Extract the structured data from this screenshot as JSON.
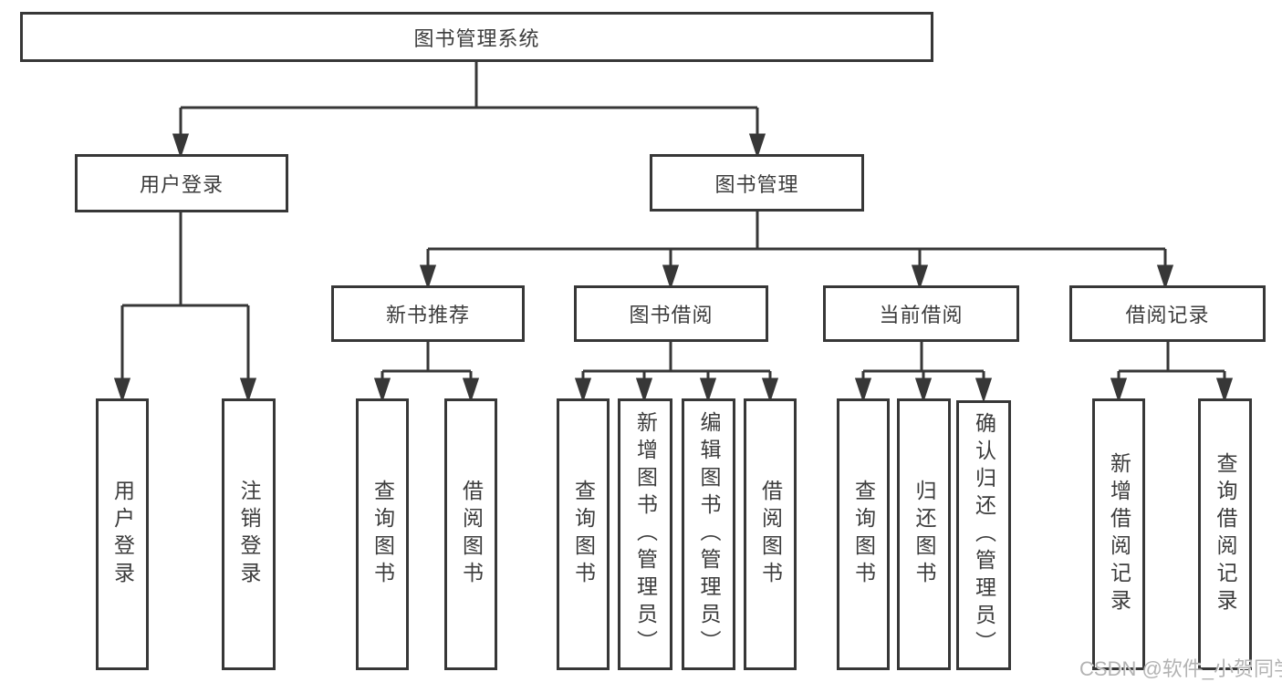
{
  "diagram_title": "图书管理系统",
  "tree": {
    "root": {
      "label": "图书管理系统"
    },
    "branches": [
      {
        "label": "用户登录",
        "children": [
          {
            "label": "用户登录"
          },
          {
            "label": "注销登录"
          }
        ]
      },
      {
        "label": "图书管理",
        "children": [
          {
            "label": "新书推荐",
            "children": [
              {
                "label": "查询图书"
              },
              {
                "label": "借阅图书"
              }
            ]
          },
          {
            "label": "图书借阅",
            "children": [
              {
                "label": "查询图书"
              },
              {
                "label": "新增图书（管理员）"
              },
              {
                "label": "编辑图书（管理员）"
              },
              {
                "label": "借阅图书"
              }
            ]
          },
          {
            "label": "当前借阅",
            "children": [
              {
                "label": "查询图书"
              },
              {
                "label": "归还图书"
              },
              {
                "label": "确认归还（管理员）"
              }
            ]
          },
          {
            "label": "借阅记录",
            "children": [
              {
                "label": "新增借阅记录"
              },
              {
                "label": "查询借阅记录"
              }
            ]
          }
        ]
      }
    ]
  },
  "watermark": {
    "text": "CSDN @软件_小贺同学"
  },
  "colors": {
    "line": "#373737",
    "border": "#373737",
    "text": "#3c3c3c",
    "watermark": "#b3b3b3",
    "background": "#ffffff"
  }
}
